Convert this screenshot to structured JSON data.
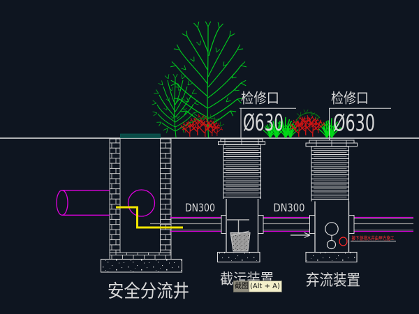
{
  "drawing": {
    "labels": {
      "inspection_port_left": "检修口",
      "inspection_diameter_left": "Ø630",
      "inspection_port_right": "检修口",
      "inspection_diameter_right": "Ø630",
      "pipe_dn_left": "DN300",
      "pipe_dn_right": "DN300",
      "safety_diversion_well": "安全分流井",
      "interceptor_device": "截污装置",
      "diversion_device": "弃流装置",
      "red_note": "接下游排水井由甲方施工"
    },
    "colors": {
      "background": "#0e1520",
      "line_white": "#dcdcdc",
      "line_gray": "#8f8f8f",
      "pipe_magenta": "#dd00dd",
      "pipe_yellow": "#f0e400",
      "plant_green": "#00c81e",
      "plant_dark_green": "#0a7a14",
      "flower_red": "#cc1414",
      "cover_teal": "#0a4a46",
      "note_red": "#ff2a2a"
    }
  },
  "tooltip": {
    "label": "截图",
    "shortcut": "(Alt + A)"
  }
}
